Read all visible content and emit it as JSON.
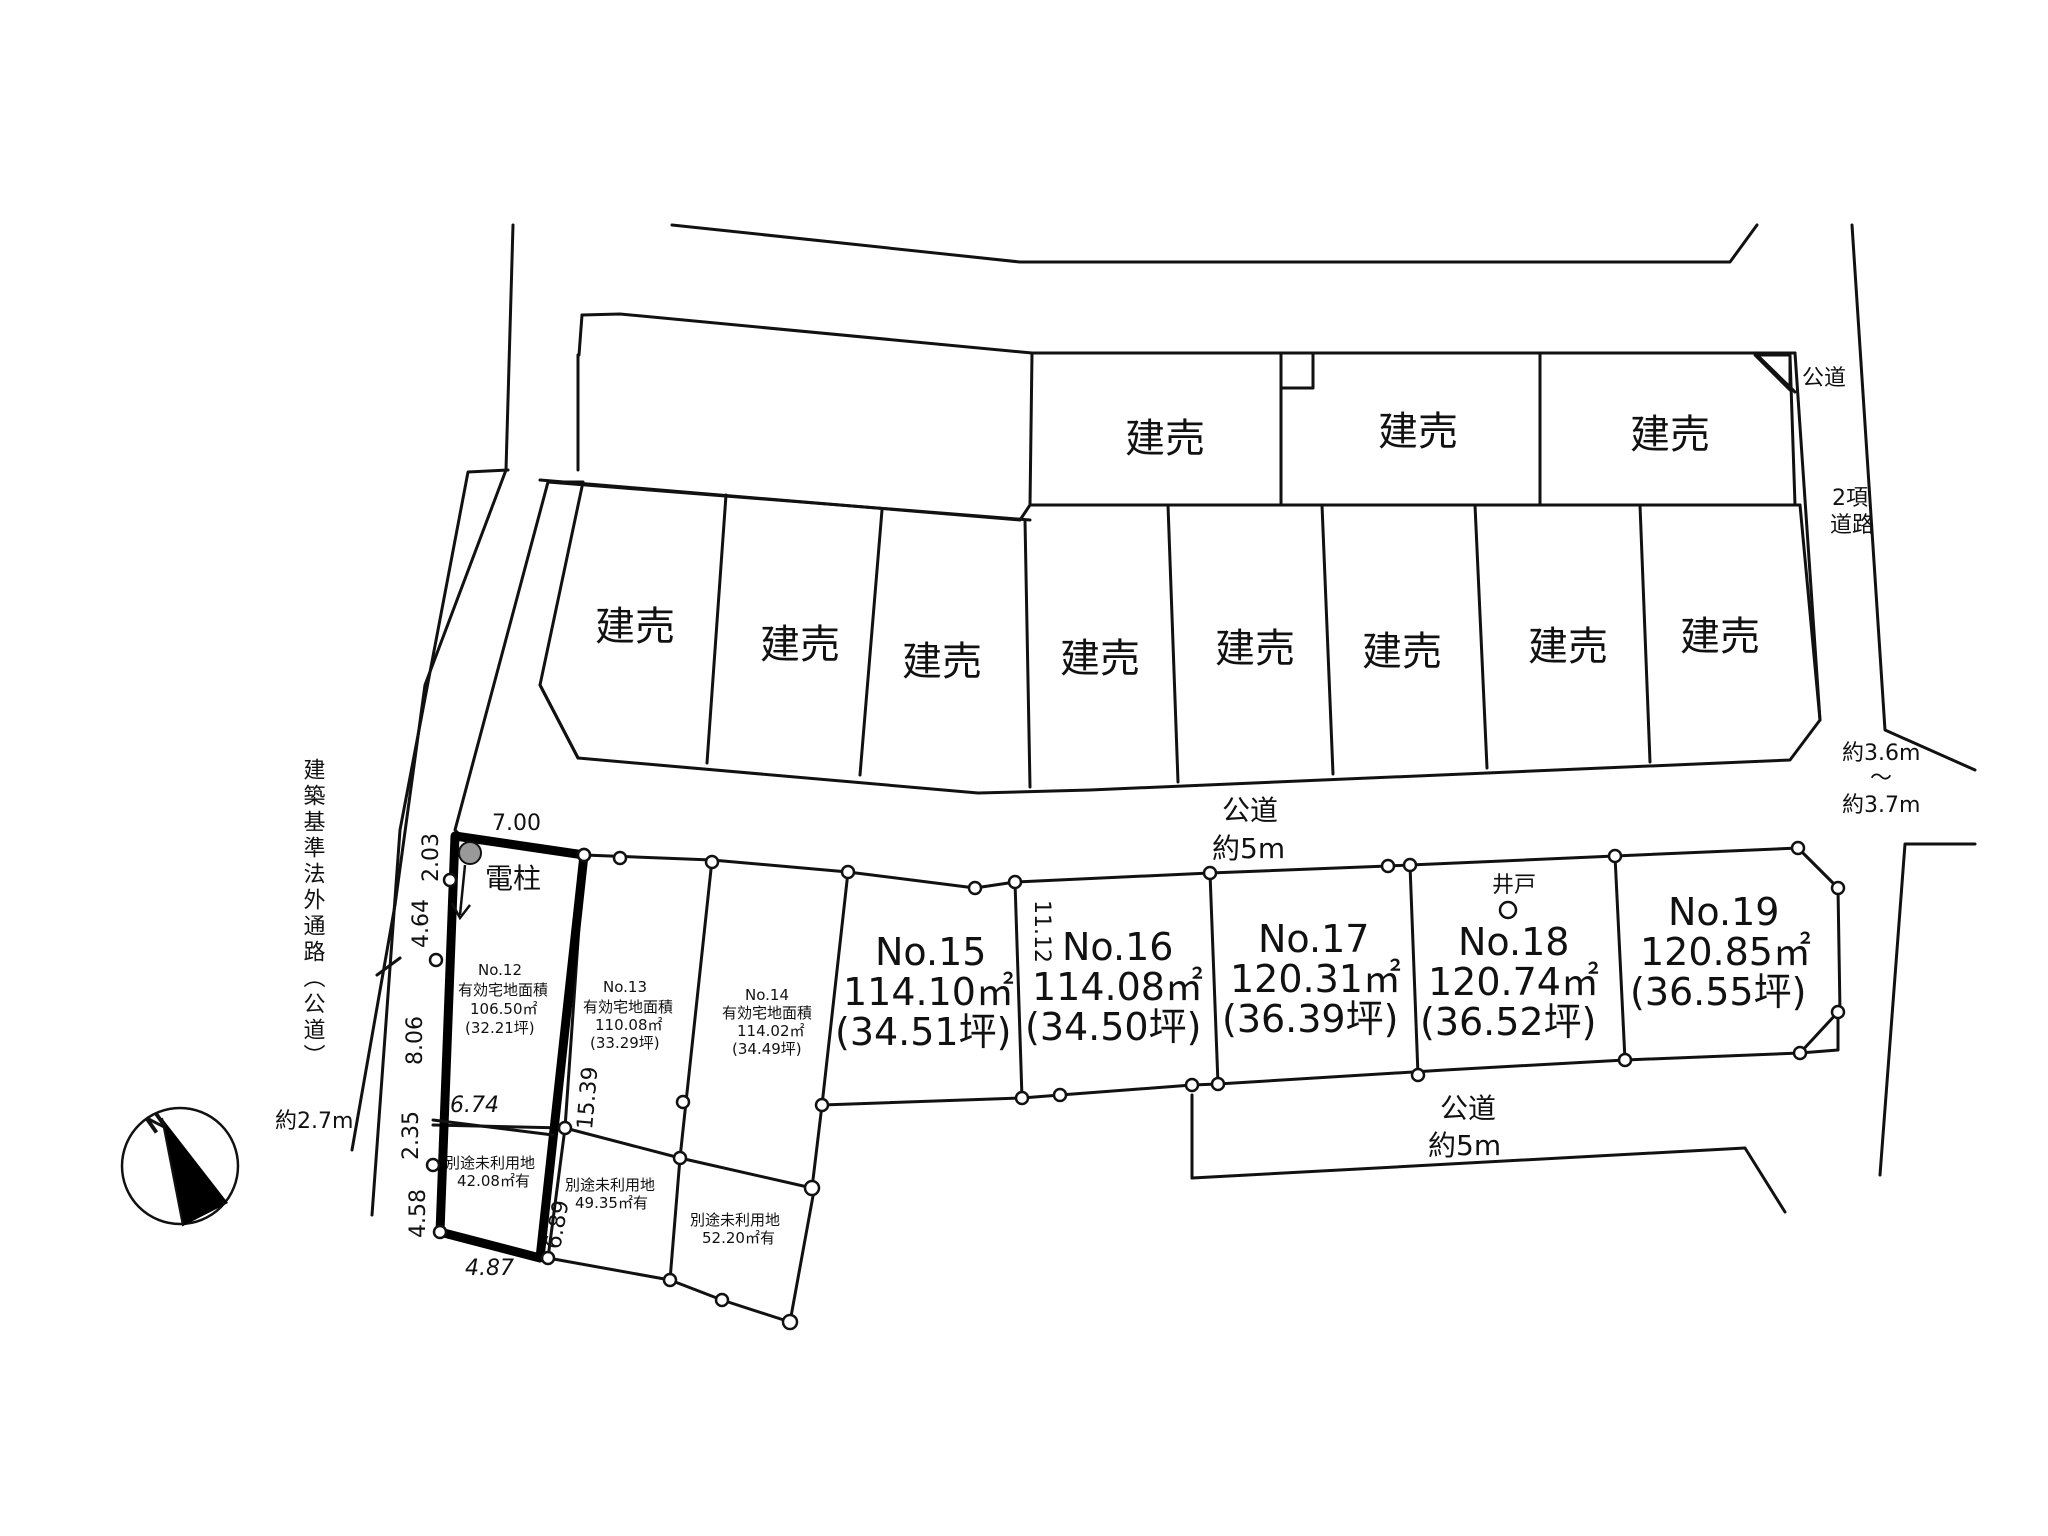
{
  "map": {
    "roads": {
      "public_top_right": "公道",
      "class2_road": [
        "2項",
        "道路"
      ],
      "side_width": [
        "約3.6m",
        "～",
        "約3.7m"
      ],
      "middle_road": [
        "公道",
        "約5m"
      ],
      "bottom_road": [
        "公道",
        "約5m"
      ],
      "left_passage": "建築基準法外通路（公道）",
      "left_width": "約2.7m"
    },
    "builds": {
      "label": "建売",
      "top_row_count": 3,
      "middle_row_count": 8
    },
    "lots": [
      {
        "no": "No.12",
        "label": "有効宅地面積",
        "area": "106.50㎡",
        "tsubo": "(32.21坪)"
      },
      {
        "no": "No.13",
        "label": "有効宅地面積",
        "area": "110.08㎡",
        "tsubo": "(33.29坪)"
      },
      {
        "no": "No.14",
        "label": "有効宅地面積",
        "area": "114.02㎡",
        "tsubo": "(34.49坪)"
      },
      {
        "no": "No.15",
        "area": "114.10㎡",
        "tsubo": "(34.51坪)"
      },
      {
        "no": "No.16",
        "area": "114.08㎡",
        "tsubo": "(34.50坪)"
      },
      {
        "no": "No.17",
        "area": "120.31㎡",
        "tsubo": "(36.39坪)"
      },
      {
        "no": "No.18",
        "area": "120.74㎡",
        "tsubo": "(36.52坪)"
      },
      {
        "no": "No.19",
        "area": "120.85㎡",
        "tsubo": "(36.55坪)"
      }
    ],
    "extra_land": [
      {
        "label": "別途未利用地",
        "area": "42.08㎡有"
      },
      {
        "label": "別途未利用地",
        "area": "49.35㎡有"
      },
      {
        "label": "別途未利用地",
        "area": "52.20㎡有"
      }
    ],
    "features": {
      "pole": "電柱",
      "well": "井戸"
    },
    "dimensions": {
      "d700": "7.00",
      "d203": "2.03",
      "d464": "4.64",
      "d806": "8.06",
      "d674": "6.74",
      "d235": "2.35",
      "d458": "4.58",
      "d487": "4.87",
      "d689": "6.89",
      "d1539": "15.39",
      "d1112": "11.12"
    },
    "north_label": "N"
  }
}
